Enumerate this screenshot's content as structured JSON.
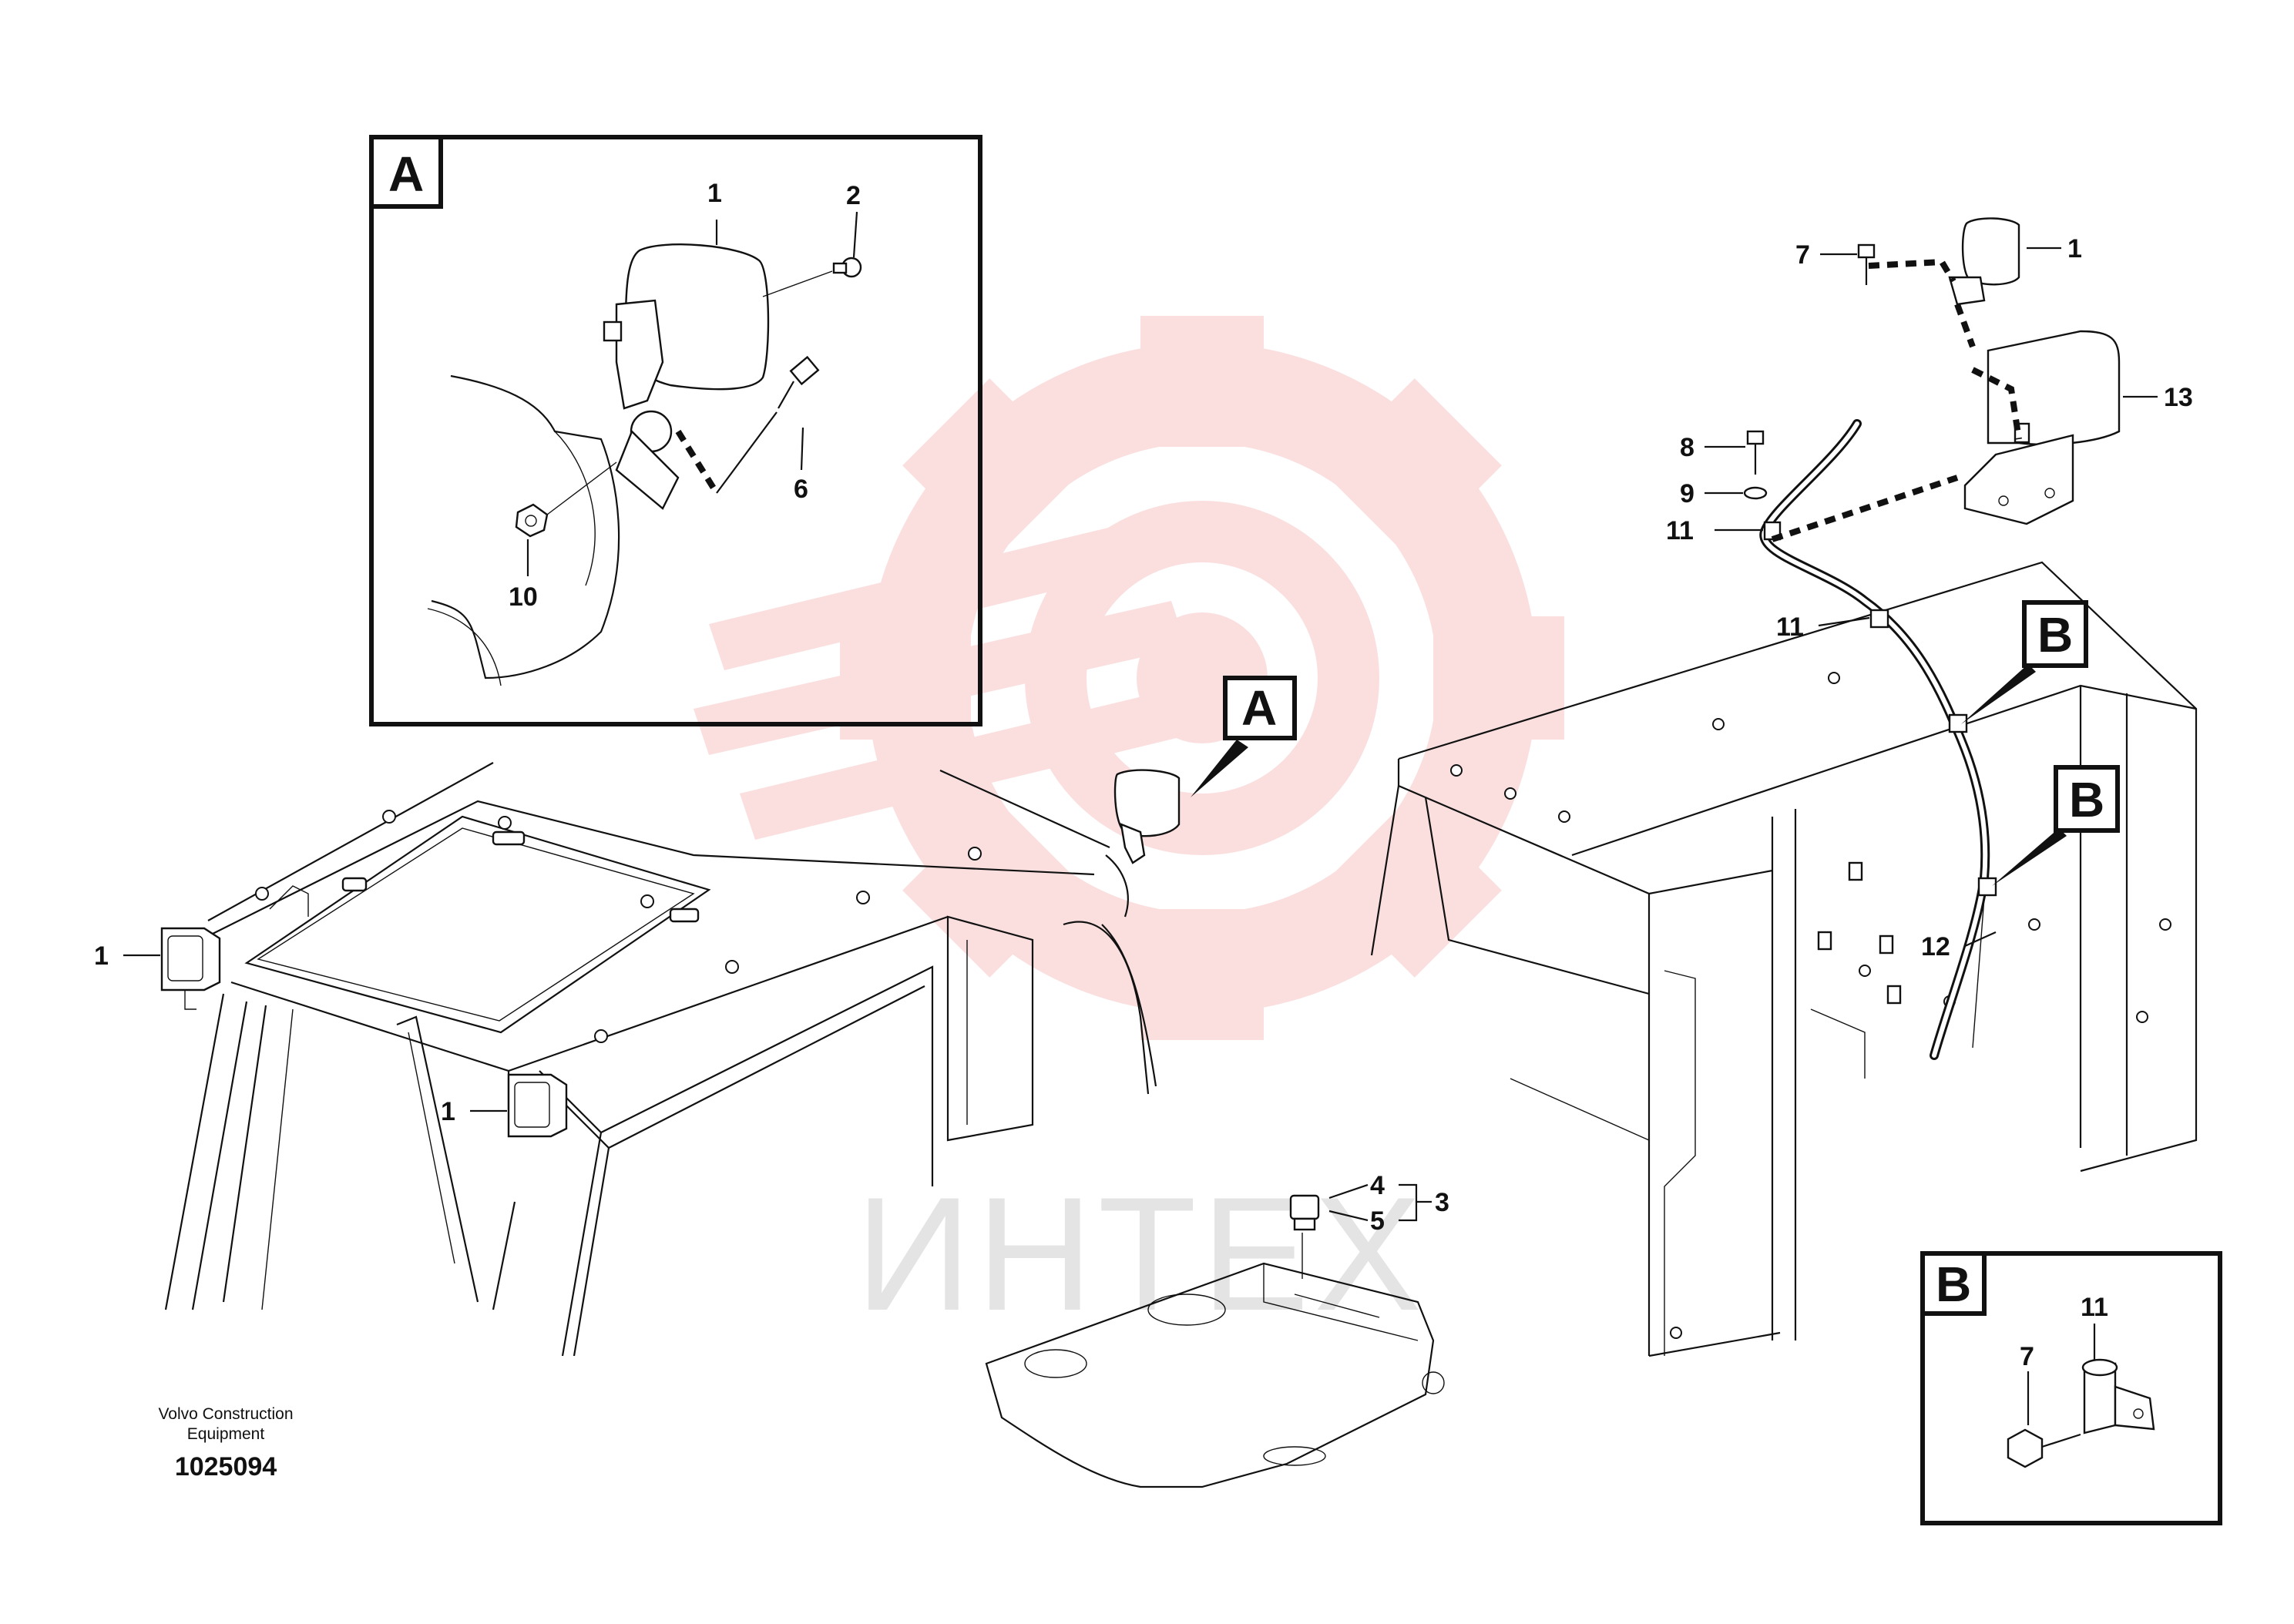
{
  "watermark": {
    "text": "ИНТЕХ",
    "gear_color": "#f39a9a",
    "text_color": "#e4e4e4"
  },
  "detail_a": {
    "box_label": "A",
    "callouts": [
      "1",
      "2",
      "6",
      "10"
    ]
  },
  "detail_b": {
    "box_label": "B",
    "callouts": [
      "11",
      "7"
    ]
  },
  "main_view": {
    "pointer_labels": [
      "A",
      "B",
      "B"
    ],
    "callouts_left": [
      "1",
      "1",
      "1"
    ],
    "callouts_console": [
      "4",
      "5",
      "3"
    ],
    "callouts_right": [
      "7",
      "1",
      "13",
      "8",
      "9",
      "11",
      "11",
      "12"
    ]
  },
  "footer": {
    "brand_line1": "Volvo Construction",
    "brand_line2": "Equipment",
    "drawing_number": "1025094"
  }
}
